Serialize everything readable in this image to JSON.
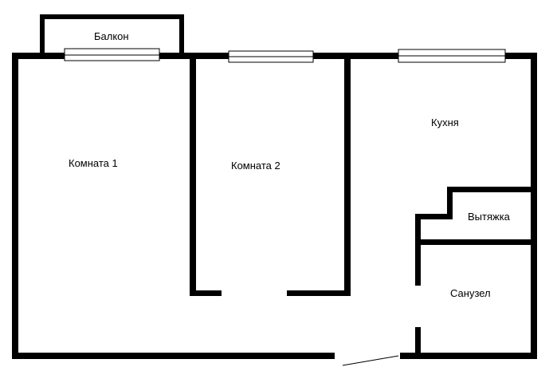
{
  "plan": {
    "rooms": {
      "balcony": "Балкон",
      "room1": "Комната 1",
      "room2": "Комната 2",
      "kitchen": "Кухня",
      "vent": "Вытяжка",
      "bathroom": "Санузел"
    },
    "colors": {
      "walls": "#000000",
      "background": "#ffffff"
    }
  }
}
